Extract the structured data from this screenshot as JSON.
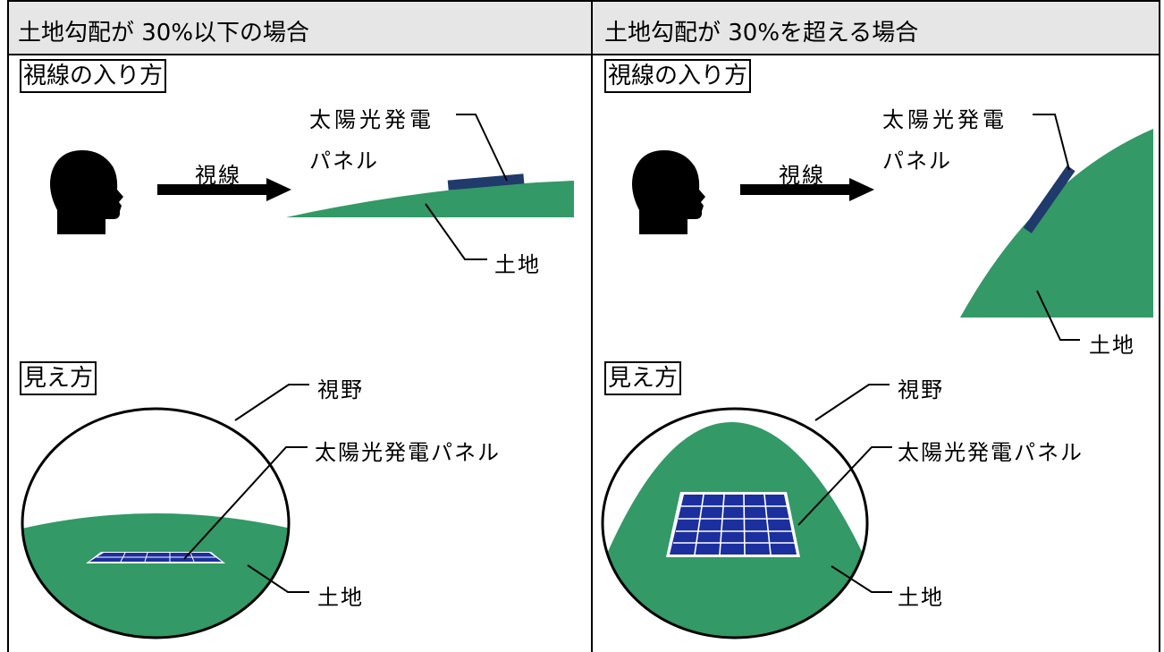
{
  "headers": {
    "left": "土地勾配が 30%以下の場合",
    "right": "土地勾配が 30%を超える場合"
  },
  "left": {
    "sight_box": "視線の入り方",
    "sight_arrow": "視線",
    "panel_line1": "太陽光発電",
    "panel_line2": "パネル",
    "land": "土地",
    "view_box": "見え方",
    "fov": "視野",
    "view_panel": "太陽光発電パネル",
    "view_land": "土地"
  },
  "right": {
    "sight_box": "視線の入り方",
    "sight_arrow": "視線",
    "panel_line1": "太陽光発電",
    "panel_line2": "パネル",
    "land": "土地",
    "view_box": "見え方",
    "fov": "視野",
    "view_panel": "太陽光発電パネル",
    "view_land": "土地"
  },
  "colors": {
    "land": "#339966",
    "panel": "#1f3a6b",
    "panel_cells": "#1b2f9e"
  }
}
